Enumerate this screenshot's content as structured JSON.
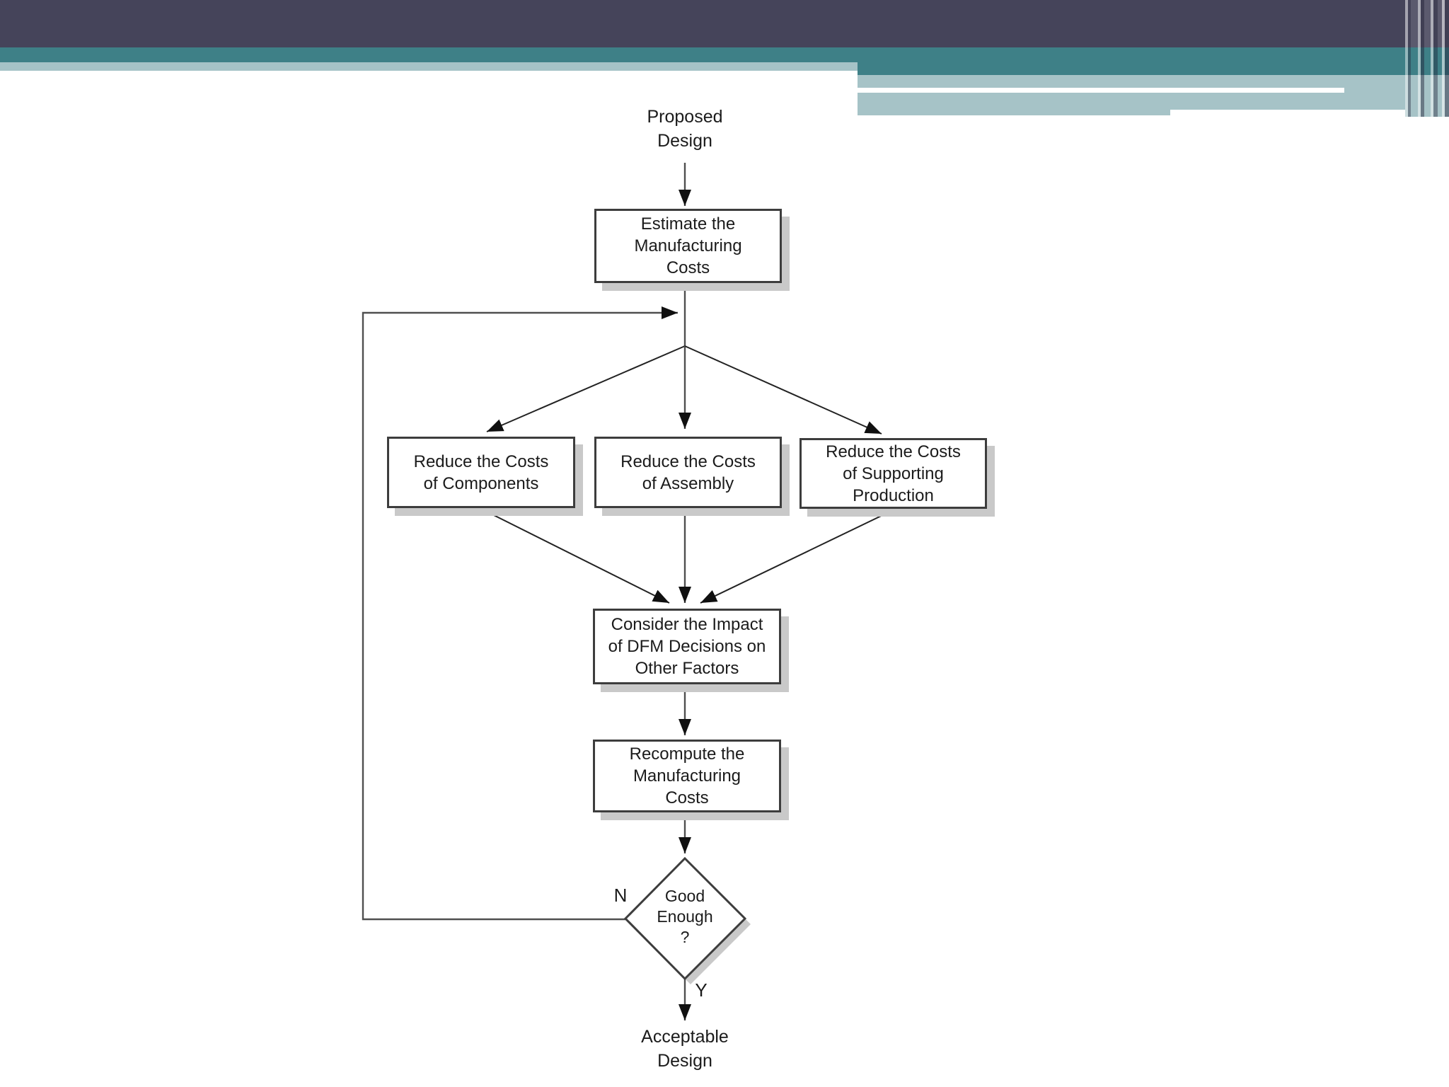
{
  "theme": {
    "header_dark": "#45445A",
    "header_teal": "#3E8087",
    "header_pale": "#A6C3C7",
    "box_border": "#3d3d3d",
    "shadow": "#c9c9c9",
    "connector": "#4f4f4f"
  },
  "flowchart": {
    "start_label": {
      "lines": [
        "Proposed",
        "Design"
      ]
    },
    "nodes": {
      "estimate": {
        "lines": [
          "Estimate the",
          "Manufacturing",
          "Costs"
        ]
      },
      "components": {
        "lines": [
          "Reduce the Costs",
          "of Components"
        ]
      },
      "assembly": {
        "lines": [
          "Reduce the Costs",
          "of Assembly"
        ]
      },
      "supporting": {
        "lines": [
          "Reduce the Costs",
          "of Supporting",
          "Production"
        ]
      },
      "consider": {
        "lines": [
          "Consider the Impact",
          "of DFM Decisions on",
          "Other Factors"
        ]
      },
      "recompute": {
        "lines": [
          "Recompute the",
          "Manufacturing",
          "Costs"
        ]
      }
    },
    "decision": {
      "lines": [
        "Good",
        "Enough",
        "?"
      ],
      "no_label": "N",
      "yes_label": "Y"
    },
    "end_label": {
      "lines": [
        "Acceptable",
        "Design"
      ]
    }
  }
}
